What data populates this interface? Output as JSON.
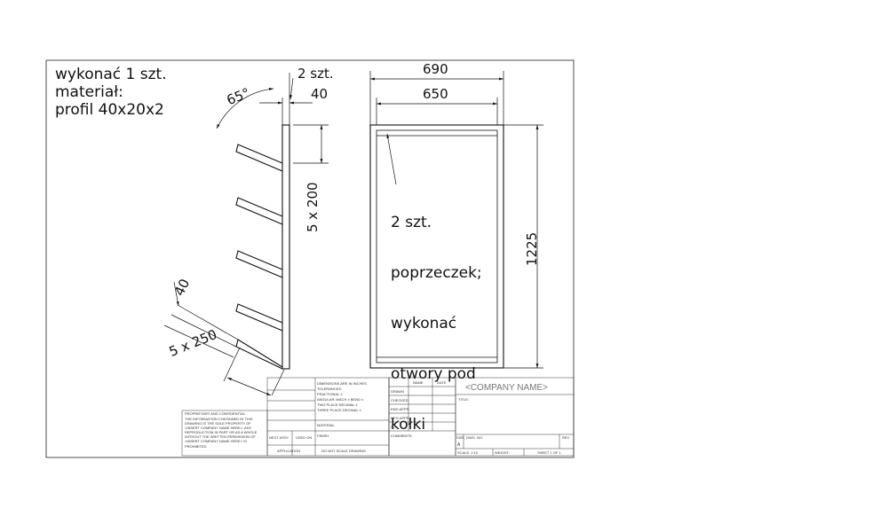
{
  "notes": {
    "quantity": "wykonać 1 szt.",
    "material_label": "materiał:",
    "profile": "profil 40x20x2",
    "crossbar_note": [
      "2 szt.",
      "poprzeczek;",
      "wykonać",
      "otwory pod",
      "kołki"
    ]
  },
  "dimensions": {
    "angle": "65°",
    "side_qty": "2 szt.",
    "side_thickness": "40",
    "vertical_spacing": "5 x 200",
    "arm_thickness": "40",
    "arm_spacing": "5 x 250",
    "outer_width": "690",
    "inner_width": "650",
    "height": "1225"
  },
  "title_block": {
    "company": "<COMPANY NAME>",
    "proprietary_heading": "PROPRIETARY AND CONFIDENTIAL",
    "proprietary_text": [
      "THE INFORMATION CONTAINED IN THIS",
      "DRAWING IS THE SOLE PROPERTY OF",
      "<INSERT COMPANY NAME HERE>. ANY",
      "REPRODUCTION IN PART OR AS A WHOLE",
      "WITHOUT THE WRITTEN PERMISSION OF",
      "<INSERT COMPANY NAME HERE> IS",
      "PROHIBITED."
    ],
    "dims_text": [
      "DIMENSIONS ARE IN INCHES",
      "TOLERANCES:",
      "FRACTIONAL ±",
      "ANGULAR: MACH ±   BEND ±",
      "TWO PLACE DECIMAL   ±",
      "THREE PLACE DECIMAL  ±"
    ],
    "material": "MATERIAL",
    "finish": "FINISH",
    "next_assy": "NEXT ASSY",
    "used_on": "USED ON",
    "application": "APPLICATION",
    "do_not_scale": "DO NOT SCALE DRAWING",
    "name_col": "NAME",
    "date_col": "DATE",
    "rows": [
      "DRAWN",
      "CHECKED",
      "ENG APPR.",
      "MFG APPR.",
      "Q.A.",
      "COMMENTS:"
    ],
    "title_label": "TITLE:",
    "size_label": "SIZE",
    "dwg_label": "DWG.  NO.",
    "rev_label": "REV",
    "size_value": "A",
    "scale": "SCALE: 1:10",
    "weight": "WEIGHT:",
    "sheet": "SHEET 1 OF 1"
  }
}
